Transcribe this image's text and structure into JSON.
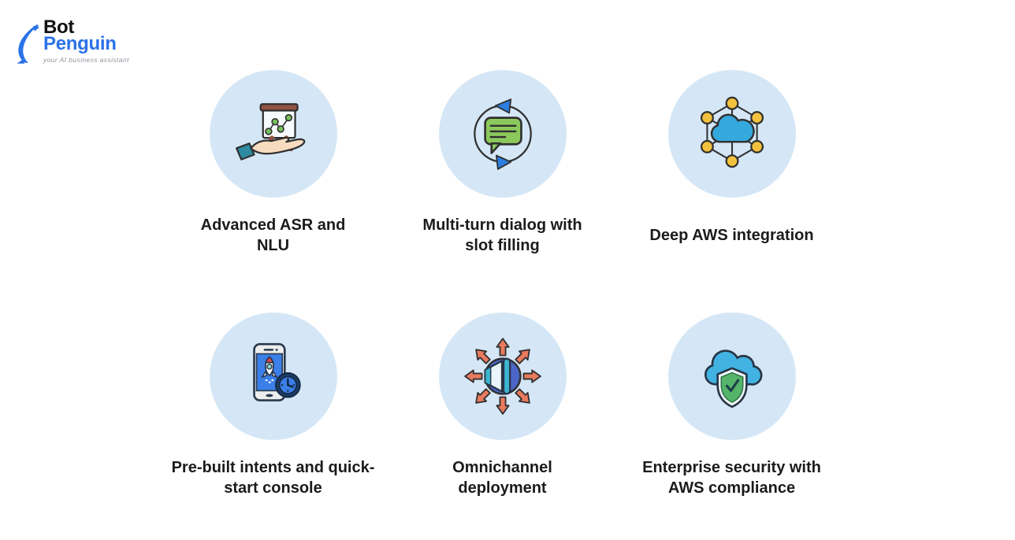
{
  "page": {
    "background": "#ffffff"
  },
  "logo": {
    "name": "BotPenguin",
    "word1": "Bot",
    "word2": "Penguin",
    "tagline": "your AI business assistant"
  },
  "colors": {
    "page_bg": "#ffffff",
    "brand_blue": "#2b72e8",
    "logo_word1": "#111111",
    "tagline_gray": "#8e959c",
    "feature_circle_bg": "#d5e7f6",
    "label_text": "#1b1b1b"
  },
  "features": [
    {
      "icon": "hand-presentation-chart-icon",
      "label": "Advanced ASR and NLU",
      "lines": [
        "Advanced ASR and",
        "NLU"
      ]
    },
    {
      "icon": "chat-sync-loop-icon",
      "label": "Multi-turn dialog with slot filling",
      "lines": [
        "Multi-turn dialog with",
        "slot filling"
      ]
    },
    {
      "icon": "cloud-network-icon",
      "label": "Deep AWS integration",
      "lines": [
        "Deep AWS integration"
      ]
    },
    {
      "icon": "phone-rocket-clock-icon",
      "label": "Pre-built intents and quick-start console",
      "lines": [
        "Pre-built intents and quick-",
        "start console"
      ]
    },
    {
      "icon": "megaphone-broadcast-icon",
      "label": "Omnichannel deployment",
      "lines": [
        "Omnichannel",
        "deployment"
      ]
    },
    {
      "icon": "cloud-shield-check-icon",
      "label": "Enterprise security with AWS compliance",
      "lines": [
        "Enterprise security with",
        "AWS compliance"
      ]
    }
  ]
}
